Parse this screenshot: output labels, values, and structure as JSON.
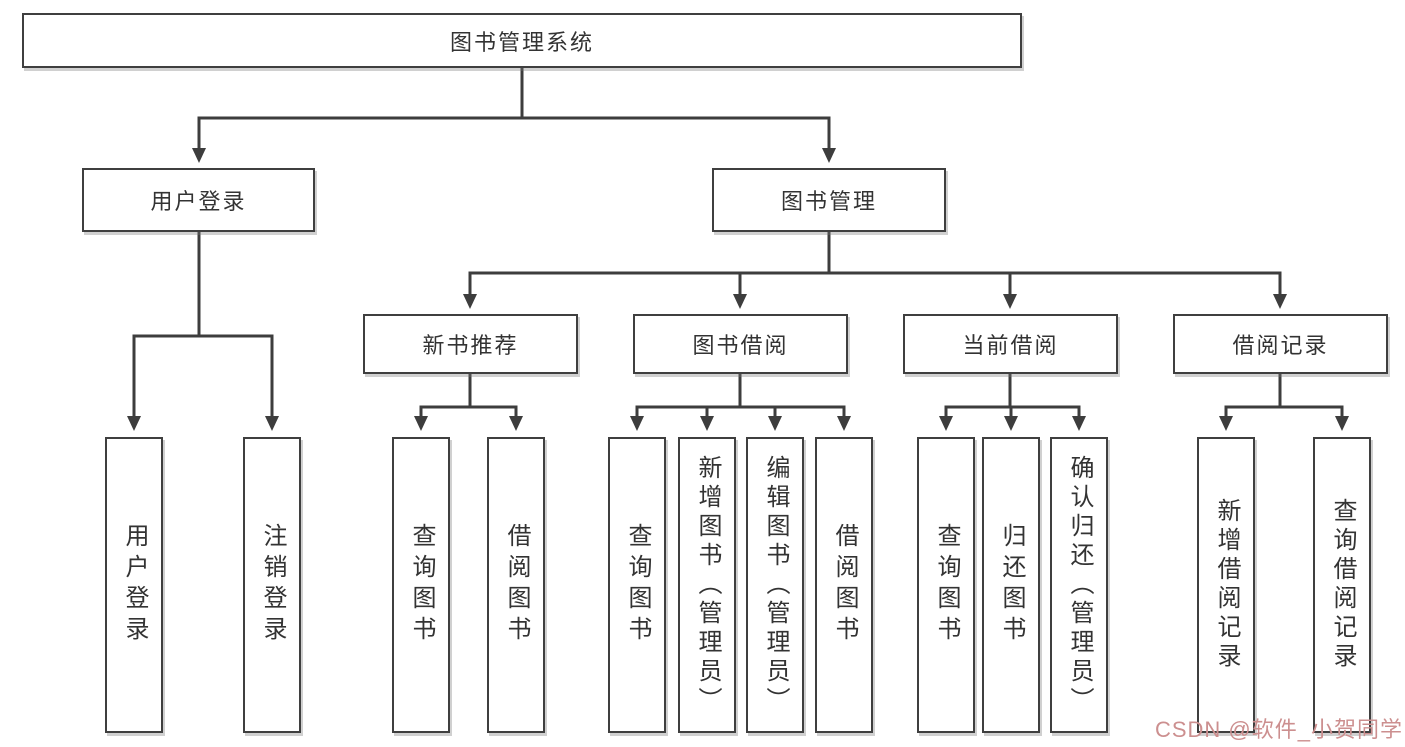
{
  "tree": {
    "label": "图书管理系统",
    "children": [
      {
        "label": "用户登录",
        "children": [
          {
            "label": "用户登录"
          },
          {
            "label": "注销登录"
          }
        ]
      },
      {
        "label": "图书管理",
        "children": [
          {
            "label": "新书推荐",
            "children": [
              {
                "label": "查询图书"
              },
              {
                "label": "借阅图书"
              }
            ]
          },
          {
            "label": "图书借阅",
            "children": [
              {
                "label": "查询图书"
              },
              {
                "label": "新增图书（管理员）"
              },
              {
                "label": "编辑图书（管理员）"
              },
              {
                "label": "借阅图书"
              }
            ]
          },
          {
            "label": "当前借阅",
            "children": [
              {
                "label": "查询图书"
              },
              {
                "label": "归还图书"
              },
              {
                "label": "确认归还（管理员）"
              }
            ]
          },
          {
            "label": "借阅记录",
            "children": [
              {
                "label": "新增借阅记录"
              },
              {
                "label": "查询借阅记录"
              }
            ]
          }
        ]
      }
    ]
  },
  "watermark": {
    "text": "CSDN @软件_小贺同学",
    "color": "#cc8f8f"
  },
  "colors": {
    "line": "#3d3d3d",
    "box_border": "#3f3f3f",
    "text": "#333333",
    "background": "#ffffff"
  }
}
